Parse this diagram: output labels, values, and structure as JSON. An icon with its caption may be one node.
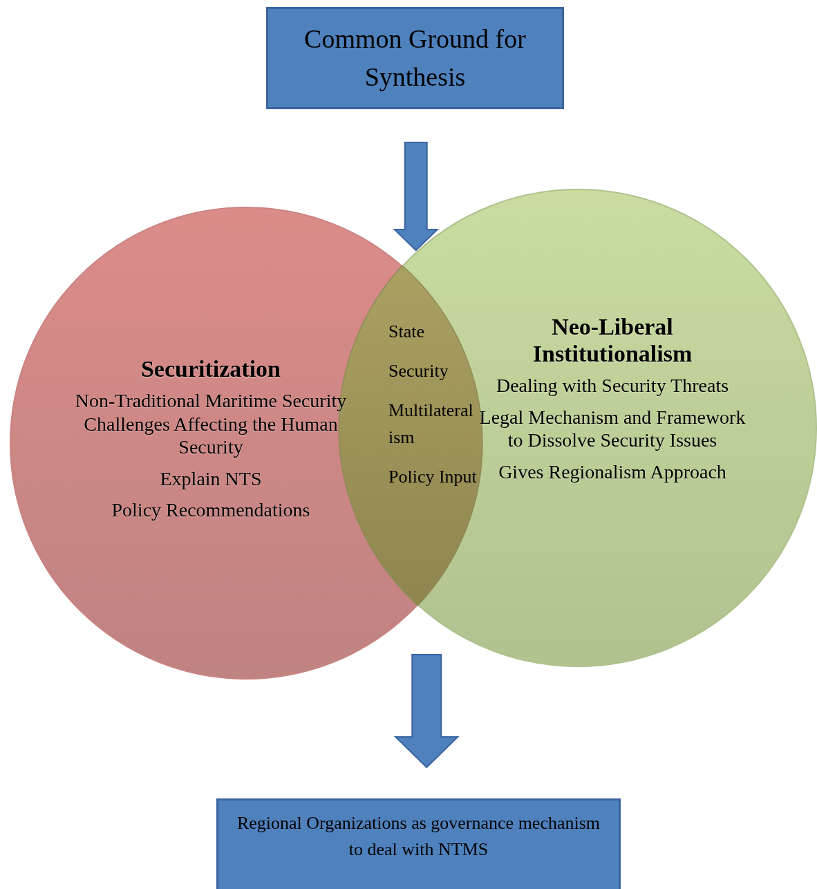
{
  "diagram": {
    "nodes": [
      {
        "text": [
          "Common Ground for Synthesis"
        ]
      },
      {
        "text": [
          "Securitization",
          "Non-Traditional Maritime Security Challenges Affecting the Human Security",
          "Explain NTS",
          "Policy Recommendations"
        ]
      },
      {
        "text": [
          "Neo-Liberal Institutionalism",
          "Dealing with Security Threats",
          "Legal Mechanism and Framework to Dissolve Security Issues",
          "Gives Regionalism Approach"
        ]
      },
      {
        "text": [
          "State",
          "Security",
          "Multilateral ism",
          "Policy Input"
        ]
      },
      {
        "text": [
          "Regional Organizations as governance mechanism to deal with NTMS"
        ]
      }
    ],
    "edges": [
      {
        "from": 0,
        "to": 3,
        "arrow": "to",
        "style": "thick"
      },
      {
        "from": 3,
        "to": 4,
        "arrow": "to",
        "style": "thick"
      }
    ]
  }
}
